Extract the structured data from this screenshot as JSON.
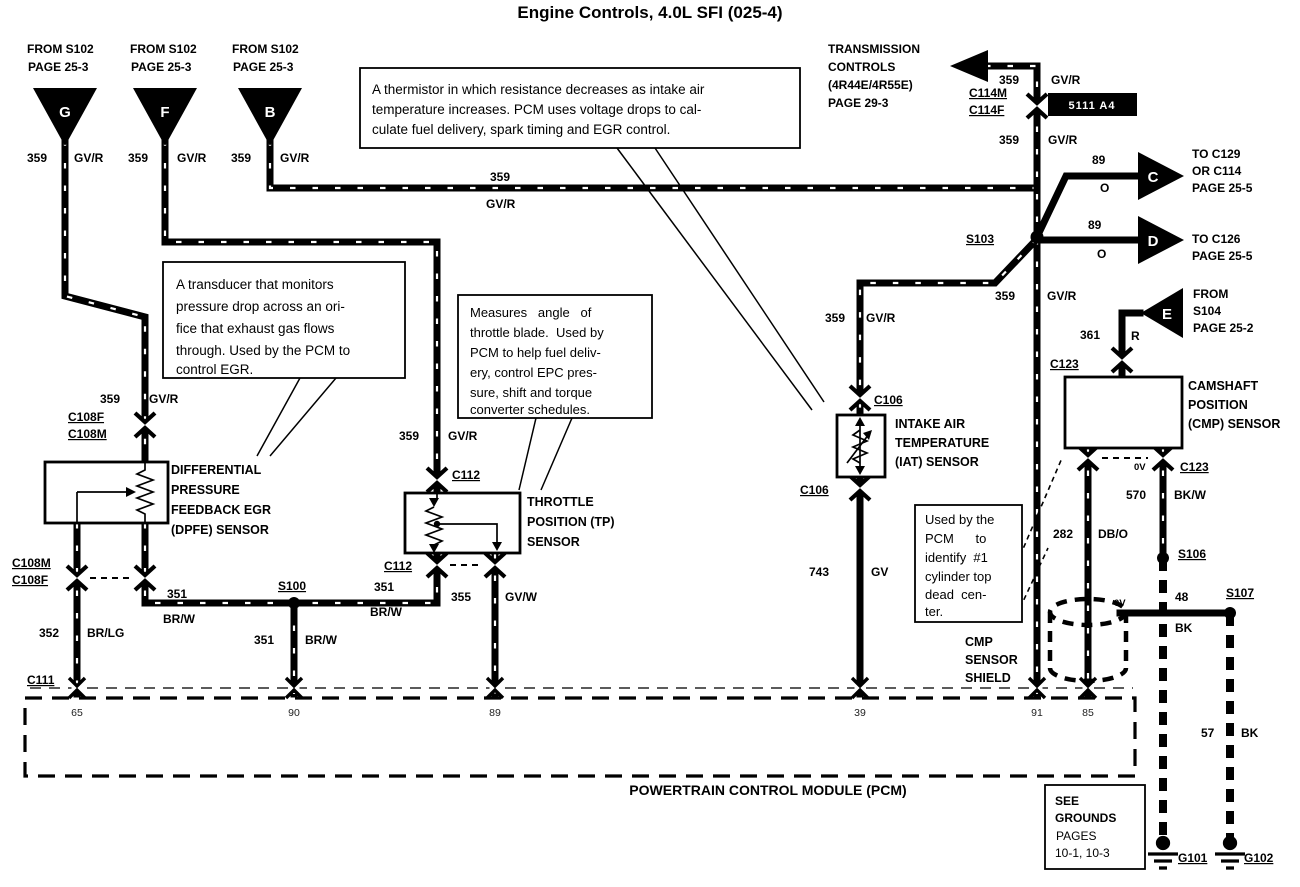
{
  "title": "Engine Controls, 4.0L SFI (025-4)",
  "conn_g": {
    "l1": "FROM S102",
    "l2": "PAGE 25-3",
    "letter": "G"
  },
  "conn_f": {
    "l1": "FROM S102",
    "l2": "PAGE 25-3",
    "letter": "F"
  },
  "conn_b": {
    "l1": "FROM S102",
    "l2": "PAGE 25-3",
    "letter": "B"
  },
  "conn_c": {
    "letter": "C",
    "l1": "TO C129",
    "l2": "OR C114",
    "l3": "PAGE 25-5"
  },
  "conn_d": {
    "letter": "D",
    "l1": "TO C126",
    "l2": "PAGE 25-5"
  },
  "conn_e": {
    "letter": "E",
    "l1": "FROM",
    "l2": "S104",
    "l3": "PAGE 25-2"
  },
  "trans": {
    "l1": "TRANSMISSION",
    "l2": "CONTROLS",
    "l3": "(4R44E/4R55E)",
    "l4": "PAGE 29-3"
  },
  "ref_box": "5111 A4",
  "note_iat": {
    "l1": "A thermistor in which resistance decreases as intake air",
    "l2": "temperature increases. PCM uses voltage drops to cal-",
    "l3": "culate fuel delivery, spark timing and EGR control."
  },
  "note_dpfe": {
    "l1": "A transducer that monitors",
    "l2": "pressure drop across an ori-",
    "l3": "fice that exhaust gas flows",
    "l4": "through. Used by the PCM to",
    "l5": "control EGR."
  },
  "note_tp": {
    "l1": "Measures   angle   of",
    "l2": "throttle blade.  Used by",
    "l3": "PCM to help fuel deliv-",
    "l4": "ery, control EPC pres-",
    "l5": "sure, shift and torque",
    "l6": "converter schedules."
  },
  "note_cmp": {
    "l1": "Used by the",
    "l2": "PCM      to",
    "l3": "identify  #1",
    "l4": "cylinder top",
    "l5": "dead  cen-",
    "l6": "ter."
  },
  "sensor_dpfe": {
    "l1": "DIFFERENTIAL",
    "l2": "PRESSURE",
    "l3": "FEEDBACK EGR",
    "l4": "(DPFE) SENSOR"
  },
  "sensor_tp": {
    "l1": "THROTTLE",
    "l2": "POSITION (TP)",
    "l3": "SENSOR"
  },
  "sensor_iat": {
    "l1": "INTAKE AIR",
    "l2": "TEMPERATURE",
    "l3": "(IAT) SENSOR"
  },
  "sensor_cmp": {
    "l1": "CAMSHAFT",
    "l2": "POSITION",
    "l3": "(CMP) SENSOR"
  },
  "shield": {
    "l1": "CMP",
    "l2": "SENSOR",
    "l3": "SHIELD"
  },
  "splices": {
    "s100": "S100",
    "s103": "S103",
    "s106": "S106",
    "s107": "S107"
  },
  "cn": {
    "c114m": "C114M",
    "c114f": "C114F",
    "c108f_u": "C108F",
    "c108m_u": "C108M",
    "c108m_l": "C108M",
    "c108f_l": "C108F",
    "c111": "C111",
    "c112_t": "C112",
    "c112_b": "C112",
    "c106_t": "C106",
    "c106_b": "C106",
    "c123_t": "C123",
    "c123_b": "C123"
  },
  "w": {
    "g359": "359",
    "g_c": "GV/R",
    "f359": "359",
    "f_c": "GV/R",
    "b359": "359",
    "b_c": "GV/R",
    "bh359": "359",
    "bh_c": "GV/R",
    "fv359": "359",
    "fv_c": "GV/R",
    "gl359": "359",
    "gl_c": "GV/R",
    "tru359": "359",
    "tru_c": "GV/R",
    "trl359": "359",
    "trl_c": "GV/R",
    "c89": "89",
    "c_c": "O",
    "d89": "89",
    "d_c": "O",
    "m359": "359",
    "m_c": "GV/R",
    "i359": "359",
    "i_c": "GV/R",
    "e361": "361",
    "e_c": "R",
    "cmp570": "570",
    "cmp570_c": "BK/W",
    "cmp282": "282",
    "cmp282_c": "DB/O",
    "iat743": "743",
    "iat743_c": "GV",
    "dpfe352": "352",
    "dpfe352_c": "BR/LG",
    "h351a": "351",
    "h351a_c": "BR/W",
    "s351": "351",
    "s351_c": "BR/W",
    "tp351": "351",
    "tp351_c": "BR/W",
    "tp355": "355",
    "tp355_c": "GV/W",
    "bk48": "48",
    "bk48_c": "BK",
    "bk57": "57",
    "bk57_c": "BK",
    "ov1": "0V",
    "ov2": "0V"
  },
  "pcm": {
    "name": "POWERTRAIN CONTROL MODULE (PCM)",
    "pin65": "65",
    "pin90": "90",
    "pin89": "89",
    "pin39": "39",
    "pin91": "91",
    "pin85": "85"
  },
  "grounds": {
    "l1": "SEE",
    "l2": "GROUNDS",
    "l3": "PAGES",
    "l4": "10-1, 10-3",
    "g101": "G101",
    "g102": "G102"
  }
}
